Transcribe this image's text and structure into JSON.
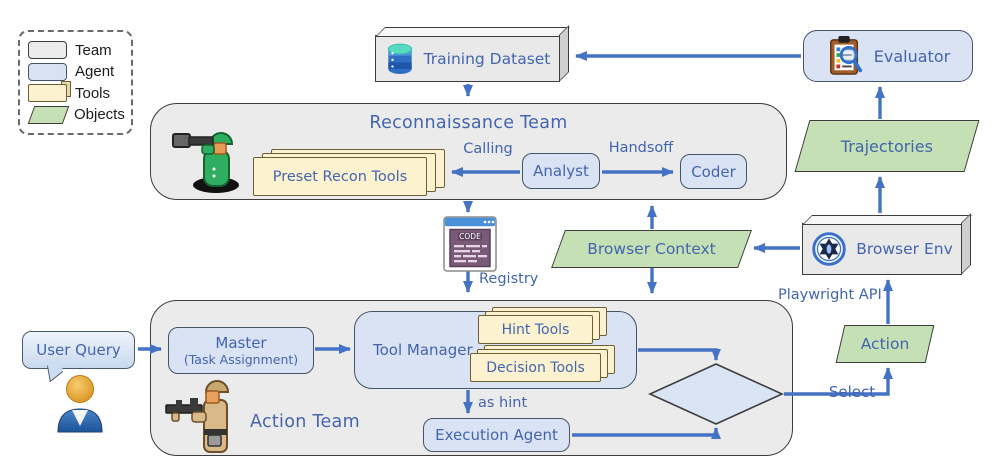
{
  "legend": {
    "items": [
      {
        "label": "Team"
      },
      {
        "label": "Agent"
      },
      {
        "label": "Tools"
      },
      {
        "label": "Objects"
      }
    ]
  },
  "nodes": {
    "training_dataset": {
      "label": "Training Dataset"
    },
    "evaluator": {
      "label": "Evaluator"
    },
    "trajectories": {
      "label": "Trajectories"
    },
    "browser_env": {
      "label": "Browser Env"
    },
    "browser_context": {
      "label": "Browser Context"
    },
    "code_window": {
      "label": "CODE"
    },
    "user_query": {
      "label": "User Query"
    },
    "action": {
      "label": "Action"
    },
    "select": {
      "label": "Select"
    }
  },
  "recon_team": {
    "title": "Reconnaissance Team",
    "preset_tools": "Preset Recon Tools",
    "analyst": "Analyst",
    "coder": "Coder"
  },
  "action_team": {
    "title": "Action Team",
    "master": "Master",
    "master_sub": "(Task Assignment)",
    "tool_manager": "Tool Manager",
    "hint_tools": "Hint Tools",
    "decision_tools": "Decision Tools",
    "execution_agent": "Execution Agent"
  },
  "edge_labels": {
    "calling": "Calling",
    "handsoff": "Handsoff",
    "registry": "Registry",
    "as_hint": "as hint",
    "playwright_api": "Playwright API"
  },
  "colors": {
    "arrow_blue": "#4472c4",
    "label_blue": "#4365ae",
    "team_fill": "#ebebeb",
    "agent_fill": "#dae3f3",
    "agent_border": "#44546a",
    "tools_fill": "#fcf2cf",
    "objects_fill": "#c5e0b4",
    "border_dark": "#3d3d3d"
  }
}
